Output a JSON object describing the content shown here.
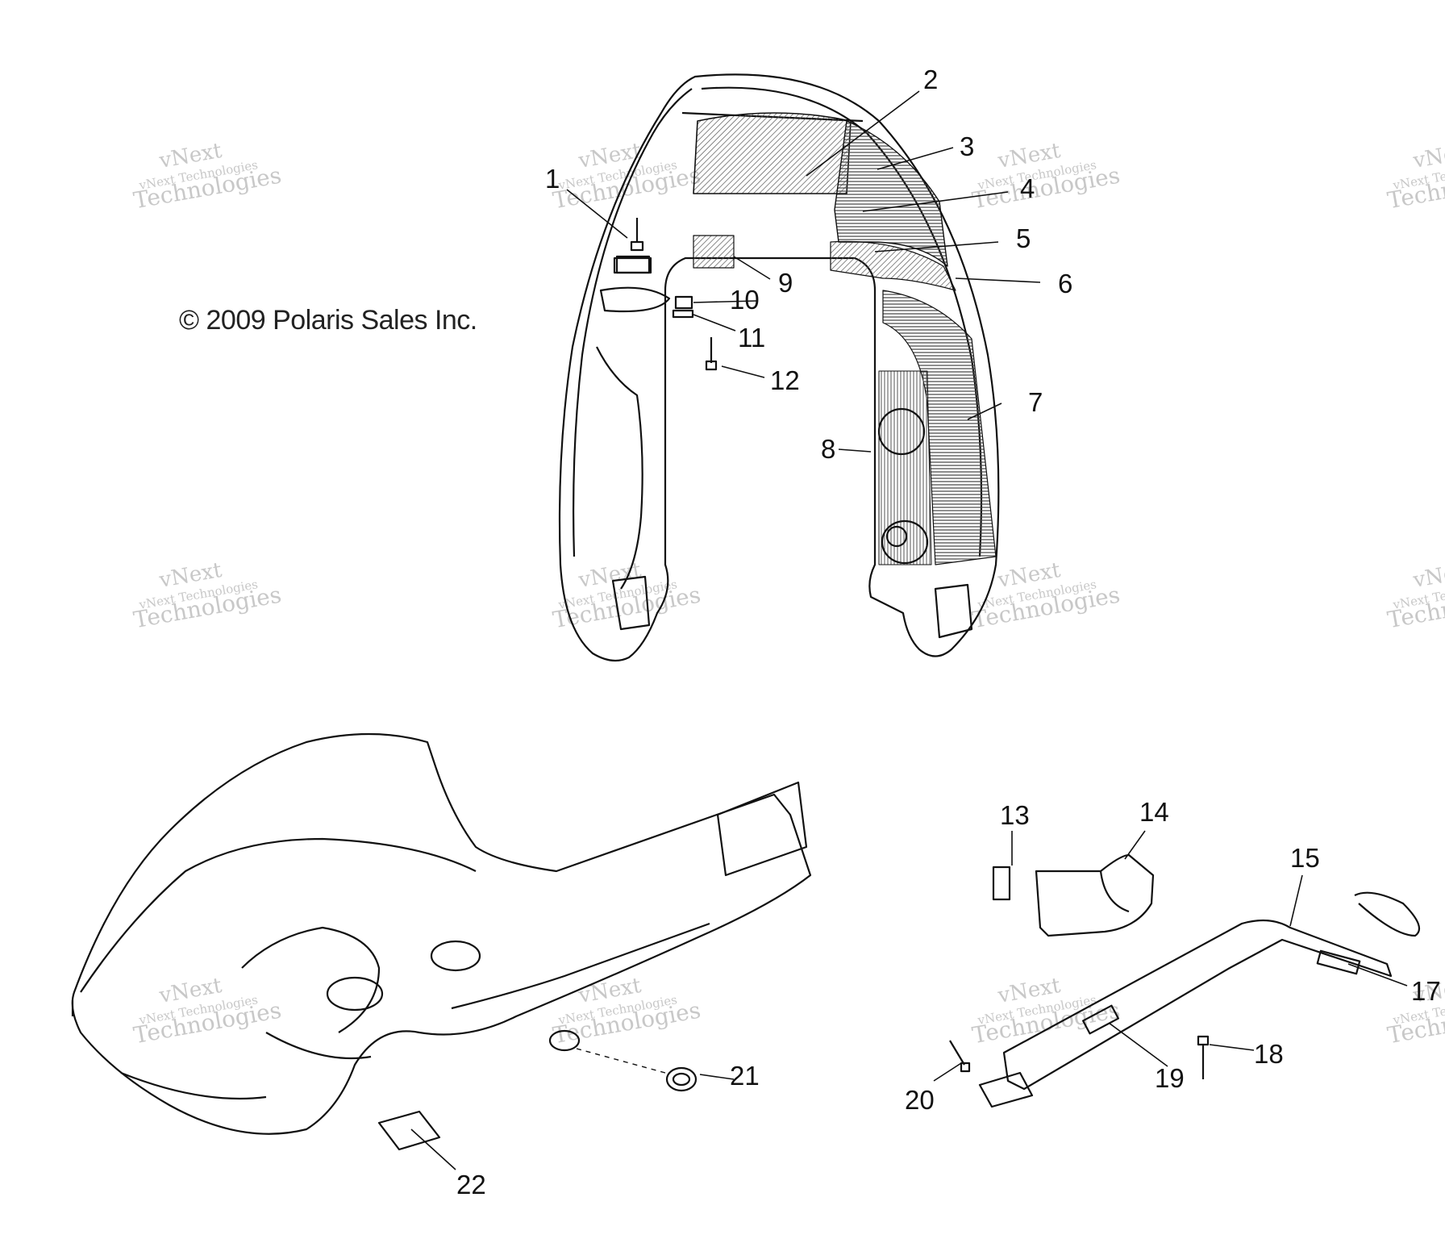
{
  "copyright": "© 2009 Polaris Sales Inc.",
  "watermark": {
    "line1": "vNext",
    "line2": "vNext Technologies",
    "line3": "Technologies"
  },
  "callouts": {
    "c1": "1",
    "c2": "2",
    "c3": "3",
    "c4": "4",
    "c5": "5",
    "c6": "6",
    "c7": "7",
    "c8": "8",
    "c9": "9",
    "c10": "10",
    "c11": "11",
    "c12": "12",
    "c13": "13",
    "c14": "14",
    "c15": "15",
    "c17": "17",
    "c18": "18",
    "c19": "19",
    "c20": "20",
    "c21": "21",
    "c22": "22"
  },
  "colors": {
    "line": "#111111",
    "hatch": "#555555",
    "watermark": "#c8c8c8"
  }
}
